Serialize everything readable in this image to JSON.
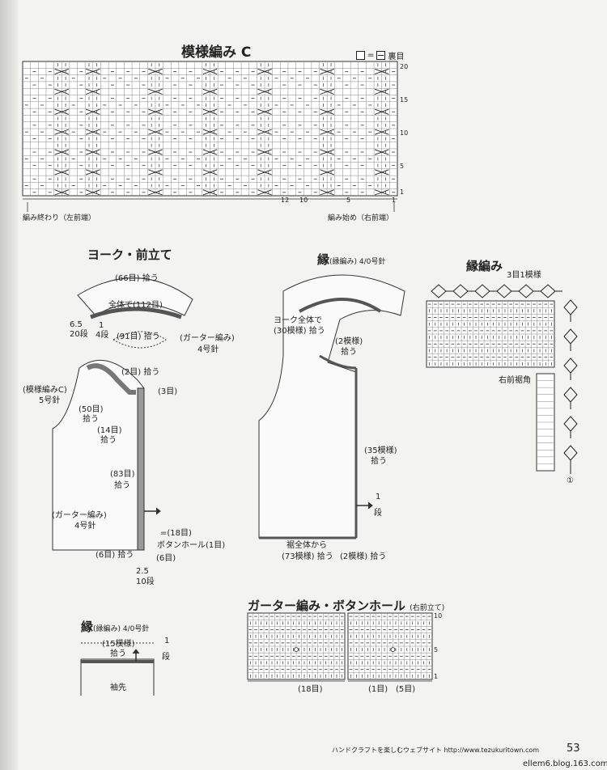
{
  "chart_c": {
    "title": "模様編み C",
    "key_eq": "=",
    "key_back": "裏目",
    "rows_numbers": [
      "20",
      "15",
      "10",
      "5",
      "1"
    ],
    "col_numbers": [
      "12",
      "10",
      "5",
      "1"
    ],
    "end_label": "編み終わり（左前端）",
    "start_label": "編み始め（右前端）"
  },
  "yoke": {
    "title": "ヨーク・前立て",
    "pick_66": "(66目) 拾う",
    "total_112": "全体で(112目)",
    "dim_65": "6.5",
    "dim_20dan": "20段",
    "one": "1",
    "four_dan": "4段",
    "pick_91": "(91目) 拾う",
    "garter_name": "(ガーター編み)",
    "needle_4": "4号針",
    "pick_2": "(2目) 拾う",
    "pattern_c": "(模様編みC)",
    "needle_5": "5号針",
    "three_st": "(3目)",
    "pick_50": "(50目)",
    "pick_50b": "拾う",
    "pick_14": "(14目)",
    "pick_14b": "拾う",
    "pick_83": "(83目)",
    "pick_83b": "拾う",
    "garter2": "(ガーター編み)",
    "needle_4b": "4号針",
    "eq_18": "=(18目)",
    "buttonhole": "ボタンホール(1目)",
    "pick_6": "(6目) 拾う",
    "six": "(6目)",
    "dim_25": "2.5",
    "ten_dan": "10段"
  },
  "edge1": {
    "title": "縁",
    "title_sub": "(縁編み) 4/0号針",
    "yoke_all": "ヨーク全体で",
    "pattern_30": "(30模様) 拾う",
    "pattern_2": "(2模様)",
    "pick": "拾う",
    "pattern_35": "(35模様)",
    "pick_35": "拾う",
    "one": "1",
    "one_dan": "段",
    "hem_all": "裾全体から",
    "pattern_73": "(73模様) 拾う",
    "pattern_2b": "(2模様) 拾う"
  },
  "edge_pattern": {
    "title": "縁編み",
    "three_one": "3目1模様",
    "corner": "右前裾角",
    "circle1": "①"
  },
  "edge2": {
    "title": "縁",
    "title_sub": "(縁編み) 4/0号針",
    "pattern_15": "(15模様)",
    "pick": "拾う",
    "one": "1",
    "one_dan": "段",
    "sleeve": "袖先"
  },
  "garter_chart": {
    "title": "ガーター編み・ボタンホール",
    "sub": "(右前立て)",
    "r10": "10",
    "r5": "5",
    "r1": "1",
    "w18": "(18目)",
    "w1": "(1目)",
    "w5": "(5目)"
  },
  "footer": {
    "site": "ハンドクラフトを楽しむウェブサイト  http://www.tezukuritown.com",
    "page": "53",
    "blog": "ellem6.blog.163.com"
  }
}
